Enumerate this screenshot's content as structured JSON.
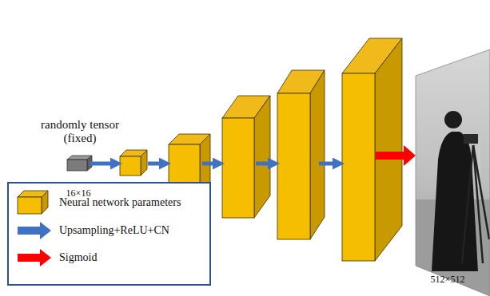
{
  "diagram": {
    "labels": [
      "randomly tensor (fixed)",
      "16×16",
      "512×512"
    ],
    "legend": [
      {
        "text": "Neural network parameters"
      },
      {
        "text": "Upsampling+ReLU+CN"
      },
      {
        "text": "Sigmoid"
      }
    ]
  }
}
